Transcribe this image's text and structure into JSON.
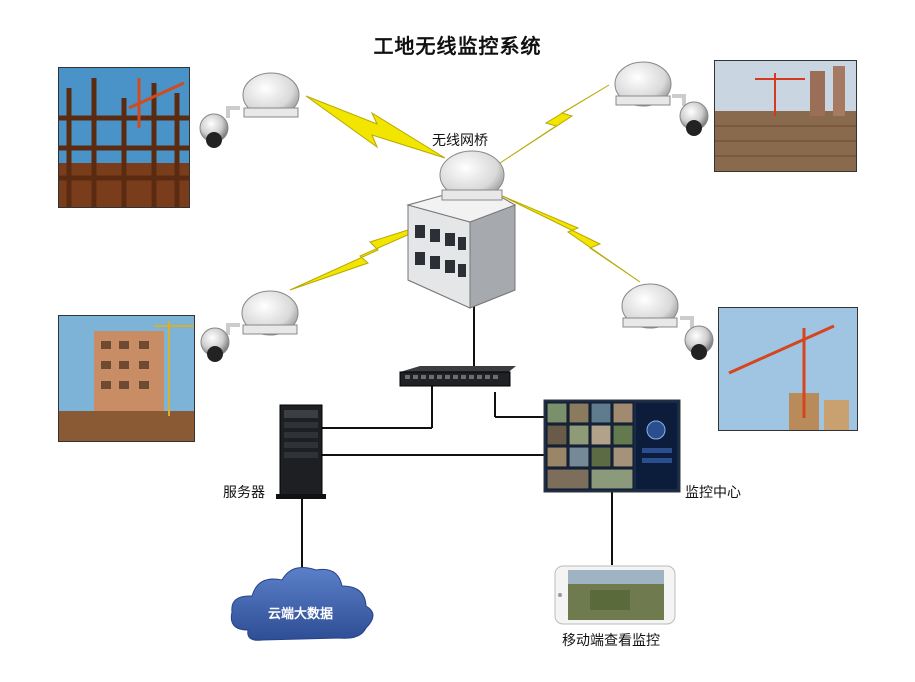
{
  "title": "工地无线监控系统",
  "labels": {
    "wireless_bridge": "无线网桥",
    "server": "服务器",
    "monitoring_center": "监控中心",
    "cloud_big_data": "云端大数据",
    "mobile_monitoring": "移动端查看监控"
  },
  "icons": {
    "camera": "dome-camera-icon",
    "access_point": "wireless-access-point-icon",
    "building": "building-icon",
    "switch": "network-switch-icon",
    "server": "server-tower-icon",
    "monitor": "video-wall-monitor-icon",
    "cloud": "cloud-icon",
    "phone": "smartphone-icon",
    "signal": "lightning-signal-icon"
  },
  "colors": {
    "lightning": "#f2e600",
    "lightning_stroke": "#b8a800",
    "line": "#111111",
    "cloud": "#3f63b0"
  }
}
